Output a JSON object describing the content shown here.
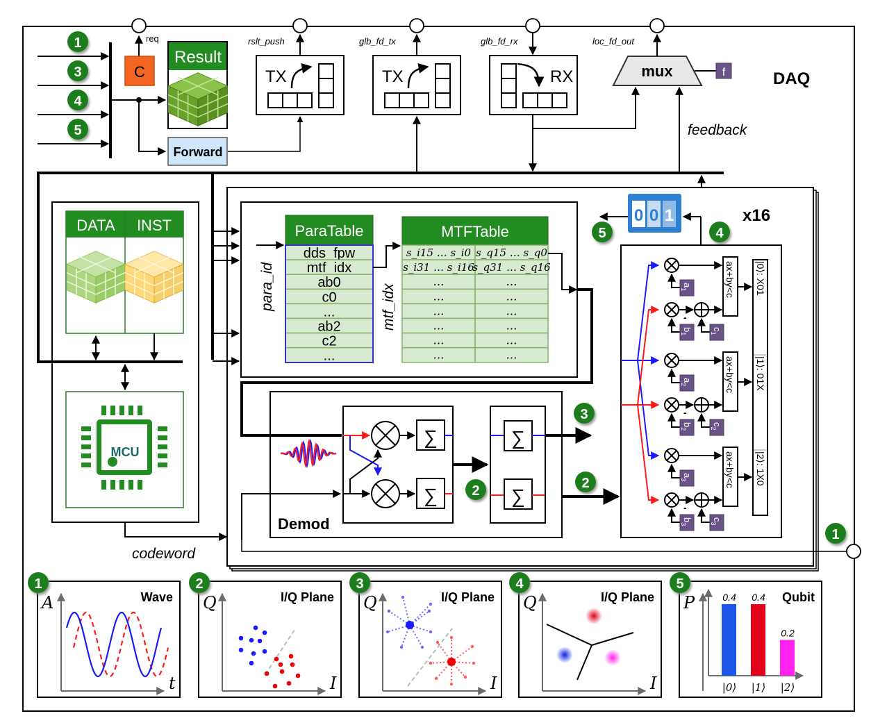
{
  "title": "DAQ",
  "colors": {
    "green_header": "#228b22",
    "green_badge": "#1e7d1e",
    "orange_c": "#f26522",
    "forward_fill": "#cfe6fb",
    "table_cell": "#d9ead3",
    "table_border_green": "#82b366",
    "paratable_border": "#3333cc",
    "purple_param": "#6a5487",
    "blue_signal": "#1a1aff",
    "red_signal": "#ff1a1a",
    "counter_blue": "#2f80d1",
    "magenta": "#ff22ff",
    "mux_fill": "#e8e8e8"
  },
  "top": {
    "input_badges": [
      "1",
      "3",
      "4",
      "5"
    ],
    "compare_block": "C",
    "req_label": "req",
    "result_label": "Result",
    "forward_label": "Forward",
    "ports": [
      {
        "label": "rslt_push",
        "block": "TX"
      },
      {
        "label": "glb_fd_tx",
        "block": "TX"
      },
      {
        "label": "glb_fd_rx",
        "block": "RX"
      },
      {
        "label": "loc_fd_out",
        "block": "mux"
      }
    ],
    "mux_label": "mux",
    "mux_select": "f",
    "feedback_label": "feedback",
    "daq_label": "DAQ"
  },
  "memory": {
    "data_label": "DATA",
    "inst_label": "INST",
    "mcu_label": "MCU",
    "codeword_label": "codeword"
  },
  "channel": {
    "replicas_label": "x16",
    "para_id_label": "para_id",
    "mtf_idx_label": "mtf_idx",
    "paratable": {
      "header": "ParaTable",
      "rows": [
        "dds_fpw",
        "mtf_idx",
        "ab0",
        "c0",
        "...",
        "ab2",
        "c2",
        "..."
      ]
    },
    "mtftable": {
      "header": "MTFTable",
      "rows": [
        [
          "s_i15 … s_i0",
          "s_q15 … s_q0"
        ],
        [
          "s_i31 … s_i16",
          "s_q31 … s_q16"
        ],
        [
          "…",
          "…"
        ],
        [
          "…",
          "…"
        ],
        [
          "…",
          "…"
        ],
        [
          "…",
          "…"
        ],
        [
          "…",
          "…"
        ],
        [
          "…",
          "…"
        ]
      ]
    },
    "demod_label": "Demod",
    "sum_symbol": "∑",
    "mult_symbol": "⊗",
    "add_symbol": "⊕",
    "badges": {
      "demod_mid": "2",
      "out_top": "3",
      "out_bottom": "2",
      "counter": "5",
      "discrim": "4",
      "input_right": "1"
    },
    "counter_digits": [
      "0",
      "0",
      "1"
    ],
    "discriminator": {
      "condition": "ax+by<c",
      "states": [
        "|0⟩: X01",
        "|1⟩: 01X",
        "|2⟩: 1X0"
      ],
      "params": [
        {
          "a": "a",
          "b": "b",
          "c": "c",
          "idx": "1"
        },
        {
          "a": "a",
          "b": "b",
          "c": "c",
          "idx": "2"
        },
        {
          "a": "a",
          "b": "b",
          "c": "c",
          "idx": "3"
        }
      ],
      "minus_sign": "-"
    }
  },
  "panels": [
    {
      "badge": "1",
      "title": "Wave",
      "ylabel": "A",
      "xlabel": "t"
    },
    {
      "badge": "2",
      "title": "I/Q Plane",
      "ylabel": "Q",
      "xlabel": "I"
    },
    {
      "badge": "3",
      "title": "I/Q Plane",
      "ylabel": "Q",
      "xlabel": "I"
    },
    {
      "badge": "4",
      "title": "I/Q Plane",
      "ylabel": "Q",
      "xlabel": "I"
    },
    {
      "badge": "5",
      "title": "Qubit",
      "ylabel": "P",
      "xlabel": ""
    }
  ],
  "chart_data": {
    "type": "bar",
    "title": "Qubit",
    "ylabel": "P",
    "categories": [
      "|0⟩",
      "|1⟩",
      "|2⟩"
    ],
    "values": [
      0.4,
      0.4,
      0.2
    ],
    "value_labels": [
      "0.4",
      "0.4",
      "0.2"
    ],
    "bar_colors": [
      "#1c56e8",
      "#e0001a",
      "#ff22ee"
    ],
    "ylim": [
      0,
      0.5
    ]
  }
}
